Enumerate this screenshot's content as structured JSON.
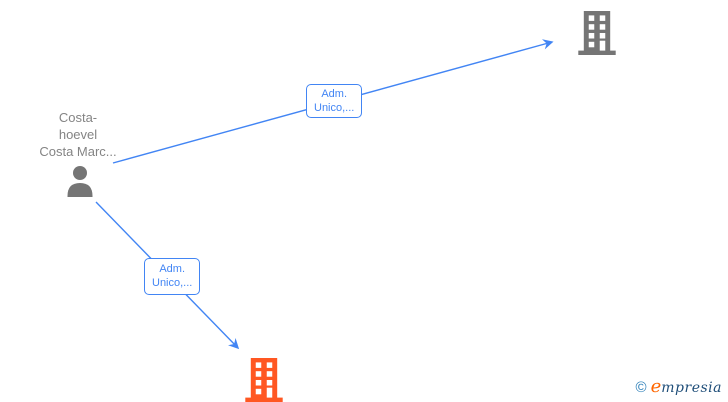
{
  "diagram": {
    "person": {
      "label_lines": [
        "Costa-",
        "hoevel",
        "Costa Marc..."
      ]
    },
    "edges": [
      {
        "id": "edge-top",
        "label_line1": "Adm.",
        "label_line2": "Unico,..."
      },
      {
        "id": "edge-bottom",
        "label_line1": "Adm.",
        "label_line2": "Unico,..."
      }
    ],
    "companies": [
      {
        "id": "company-top-right",
        "color": "#757575"
      },
      {
        "id": "company-bottom",
        "color": "#FF5722"
      }
    ]
  },
  "watermark": {
    "copyright_symbol": "©",
    "brand_first_letter": "e",
    "brand_rest": "mpresia"
  },
  "colors": {
    "edge_blue": "#4285F4",
    "node_gray": "#757575",
    "person_label_gray": "#848484",
    "company_orange": "#FF5722",
    "logo_copyright_blue": "#2D7FB8",
    "logo_brand_navy": "#1F4E79",
    "logo_brand_orange": "#FF6600"
  }
}
